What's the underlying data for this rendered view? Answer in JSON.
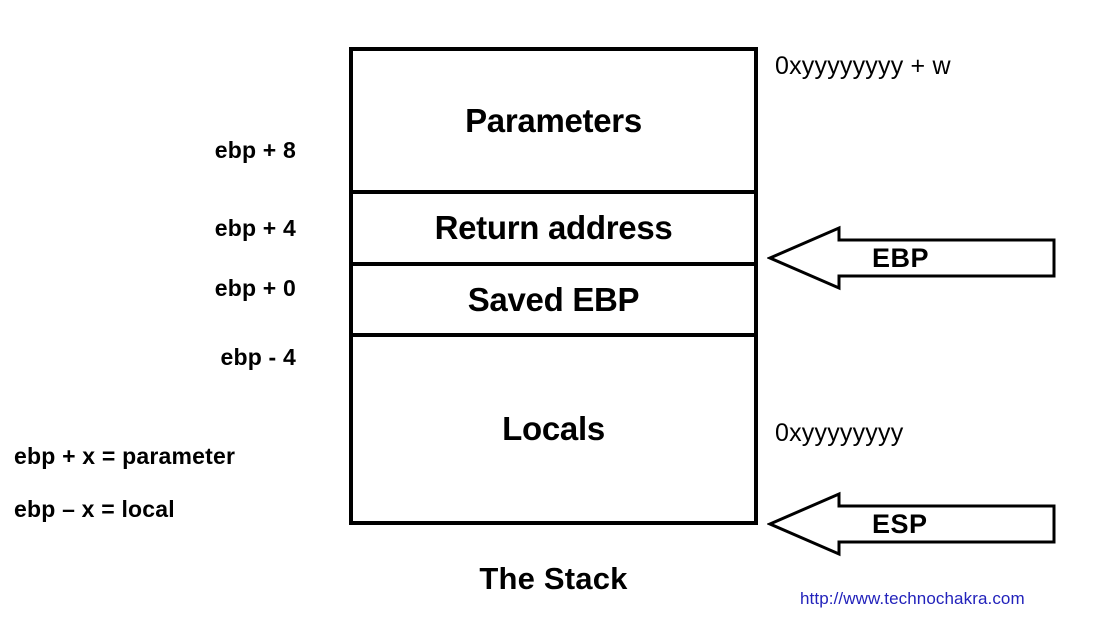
{
  "diagram": {
    "caption": "The Stack",
    "stack_cells": [
      {
        "label": "Parameters"
      },
      {
        "label": "Return address"
      },
      {
        "label": "Saved EBP"
      },
      {
        "label": "Locals"
      }
    ],
    "offset_labels": [
      {
        "text": "ebp + 8"
      },
      {
        "text": "ebp + 4"
      },
      {
        "text": "ebp + 0"
      },
      {
        "text": "ebp - 4"
      }
    ],
    "notes": [
      {
        "text": "ebp + x = parameter"
      },
      {
        "text": "ebp – x = local"
      }
    ],
    "addresses": {
      "high": "0xyyyyyyyy + w",
      "low": "0xyyyyyyyy"
    },
    "registers": [
      {
        "name": "EBP"
      },
      {
        "name": "ESP"
      }
    ],
    "watermark": "http://www.technochakra.com",
    "colors": {
      "ink": "#000000",
      "background": "#ffffff",
      "watermark": "#2222bb"
    }
  }
}
